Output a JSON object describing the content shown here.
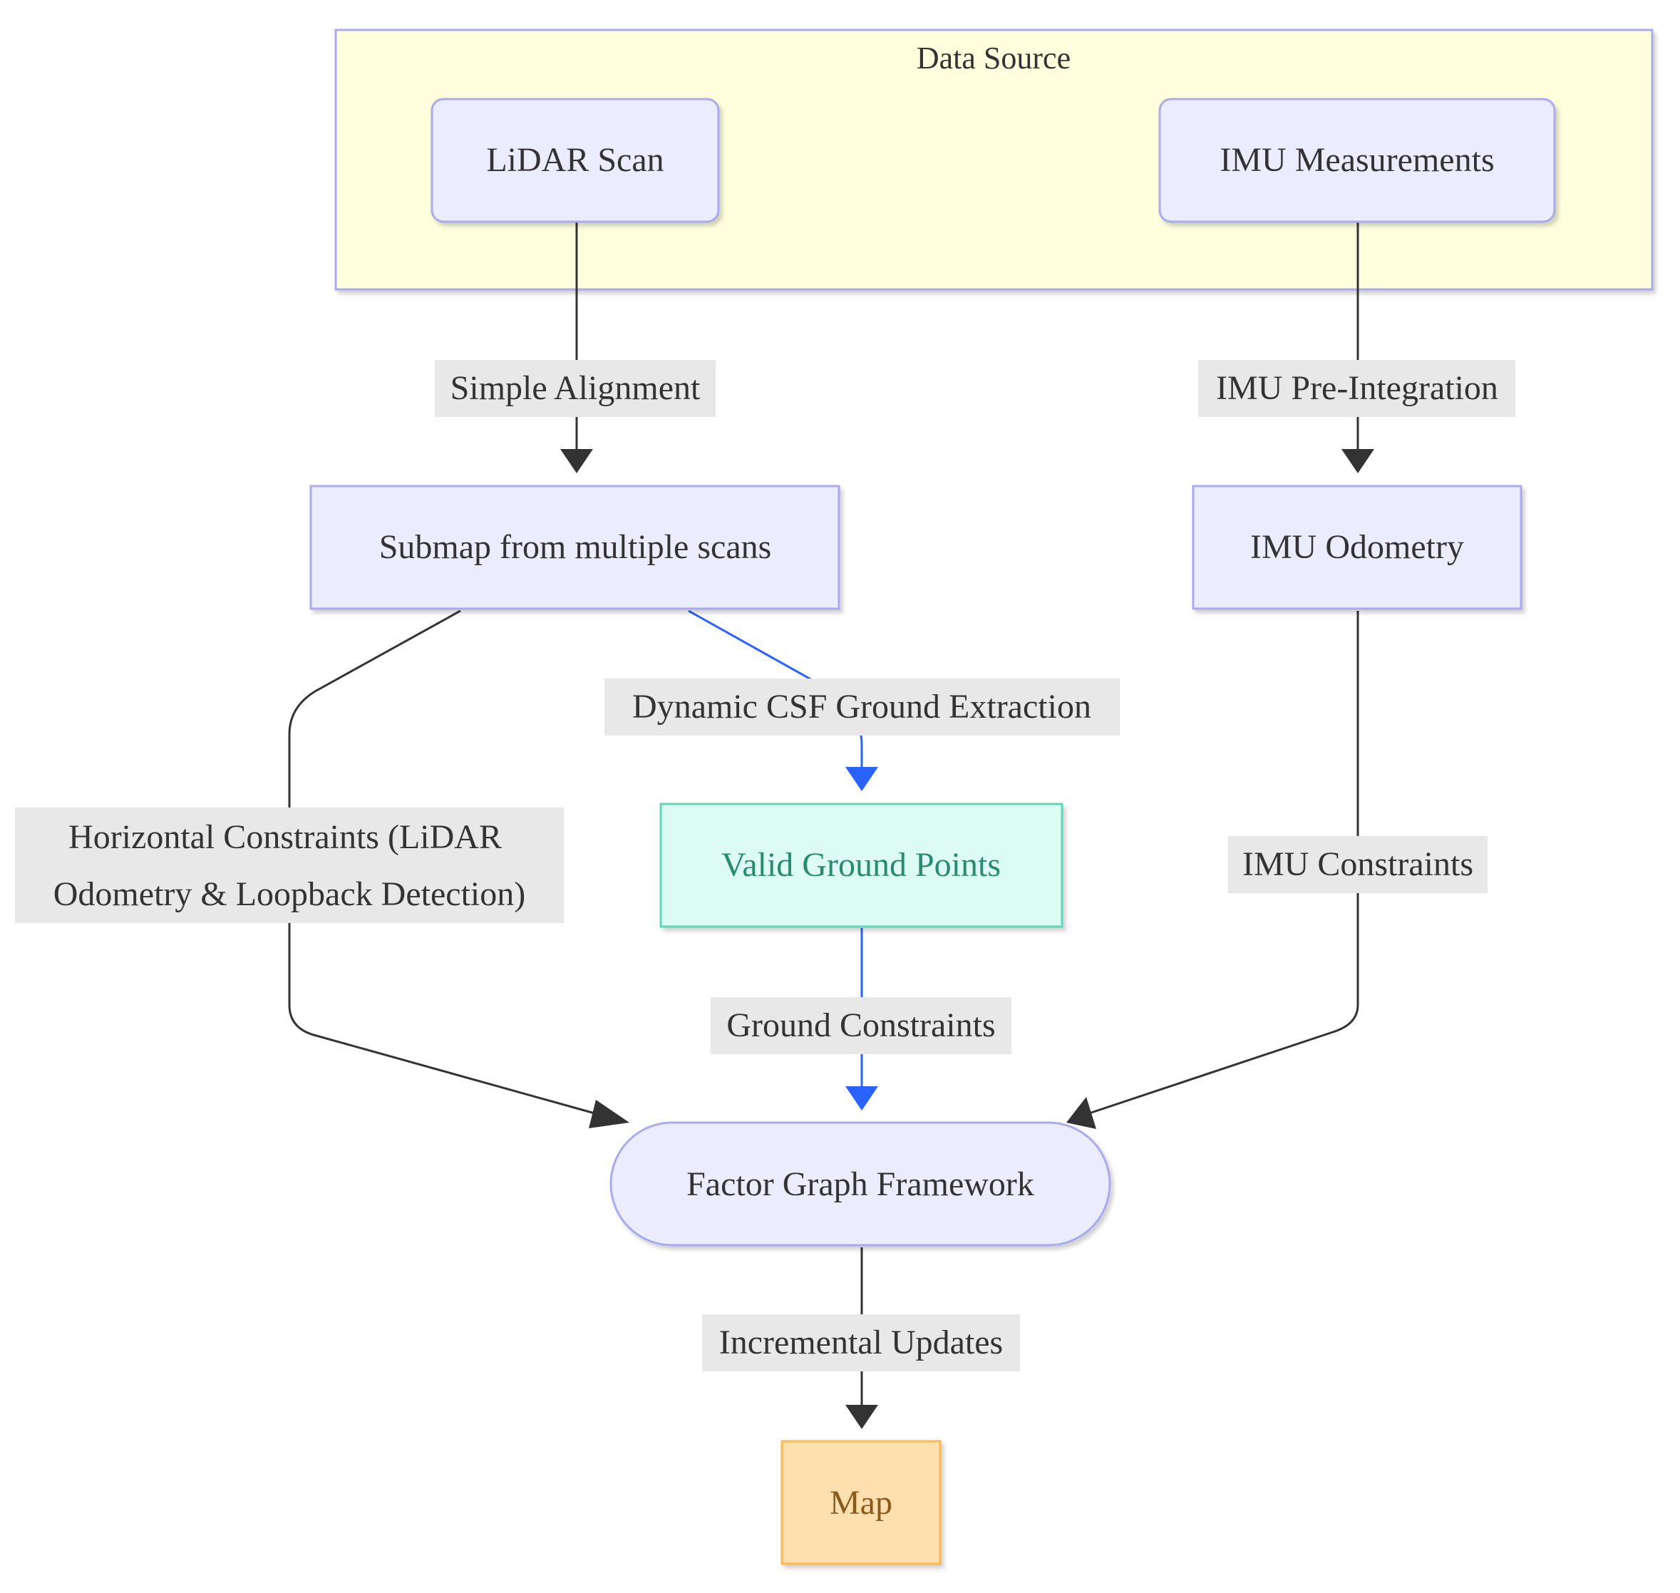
{
  "cluster": {
    "title": "Data Source"
  },
  "nodes": {
    "lidar_scan": "LiDAR Scan",
    "imu_measurements": "IMU Measurements",
    "submap": "Submap from multiple scans",
    "imu_odometry": "IMU Odometry",
    "valid_ground_points": "Valid Ground Points",
    "factor_graph": "Factor Graph Framework",
    "map": "Map"
  },
  "edges": {
    "simple_alignment": "Simple Alignment",
    "imu_preintegration": "IMU Pre-Integration",
    "csf_ground_extraction": "Dynamic CSF Ground Extraction",
    "horizontal_constraints_line1": "Horizontal Constraints (LiDAR",
    "horizontal_constraints_line2": "Odometry & Loopback Detection)",
    "imu_constraints": "IMU Constraints",
    "ground_constraints": "Ground Constraints",
    "incremental_updates": "Incremental Updates"
  },
  "colors": {
    "cluster_fill": "#ffffde",
    "cluster_stroke": "#aaaaee",
    "node_fill": "#ececff",
    "node_stroke": "#9370db",
    "ground_fill": "#dcfcf3",
    "ground_stroke": "#5ed6b8",
    "ground_text": "#2a8a6e",
    "map_fill": "#ffdfae",
    "map_stroke": "#ffb84d",
    "map_text": "#8a5a1c",
    "edge_black": "#333333",
    "edge_blue": "#2962ff",
    "label_bg": "#e8e8e8"
  }
}
